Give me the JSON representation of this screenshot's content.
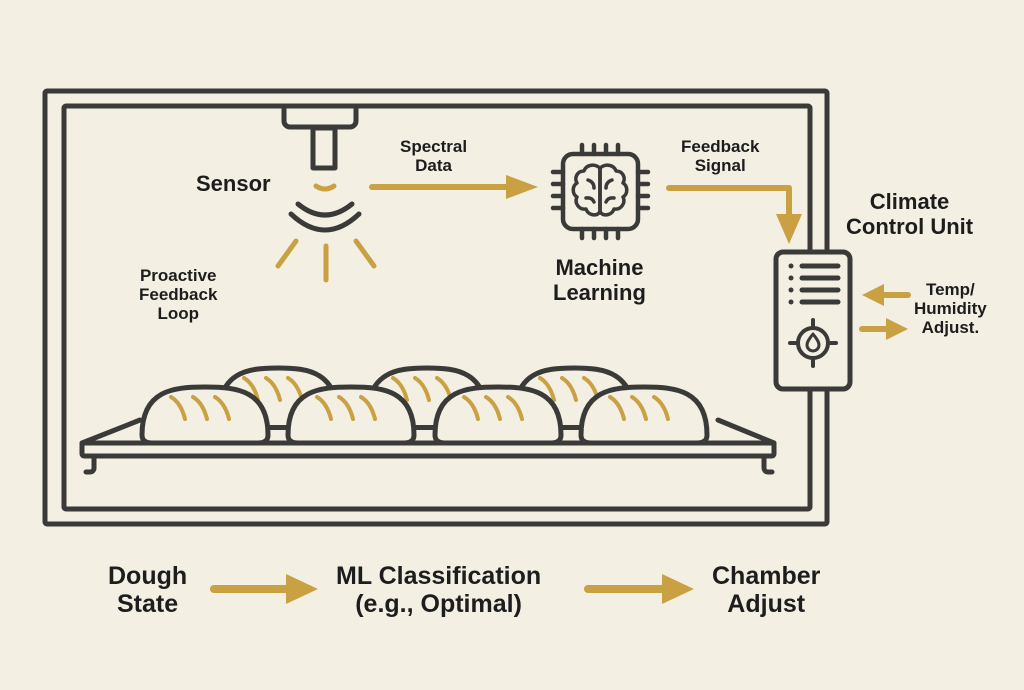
{
  "diagram": {
    "title": "Proactive proofing chamber feedback loop",
    "colors": {
      "background": "#f4efe3",
      "stroke": "#3a3a38",
      "accent": "#c9a042",
      "text": "#1d1d1d"
    },
    "labels": {
      "sensor": "Sensor",
      "spectral_data": [
        "Spectral",
        "Data"
      ],
      "feedback_signal": [
        "Feedback",
        "Signal"
      ],
      "machine_learning": [
        "Machine",
        "Learning"
      ],
      "climate_control_unit": [
        "Climate",
        "Control Unit"
      ],
      "temp_humidity": [
        "Temp/",
        "Humidity",
        "Adjust."
      ],
      "proactive_loop": [
        "Proactive",
        "Feedback",
        "Loop"
      ]
    },
    "icons": {
      "sensor": "sensor-emitter-icon",
      "ml": "brain-chip-icon",
      "climate": "climate-control-panel-icon",
      "droplet": "humidity-droplet-icon",
      "dough": "bread-loaf-icon"
    },
    "dough_loaves_count": 7,
    "flow": [
      {
        "label": [
          "Dough",
          "State"
        ]
      },
      {
        "label": [
          "ML Classification",
          "(e.g., Optimal)"
        ]
      },
      {
        "label": [
          "Chamber",
          "Adjust"
        ]
      }
    ]
  }
}
